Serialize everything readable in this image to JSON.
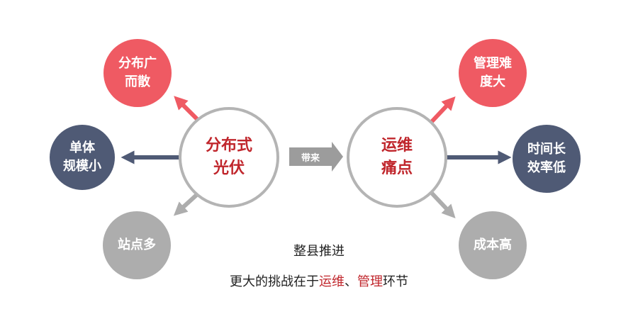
{
  "hubs": {
    "left": "分布式\n光伏",
    "right": "运维\n痛点"
  },
  "bring_label": "带来",
  "left_nodes": {
    "top": "分布广\n而散",
    "middle": "单体\n规模小",
    "bottom": "站点多"
  },
  "right_nodes": {
    "top": "管理难\n度大",
    "middle": "时间长\n效率低",
    "bottom": "成本高"
  },
  "caption": {
    "line1": "整县推进",
    "line2_prefix": "更大的挑战在于",
    "line2_hl1": "运维",
    "line2_sep": "、",
    "line2_hl2": "管理",
    "line2_suffix": "环节"
  },
  "colors": {
    "red": "#ef5a63",
    "navy": "#4f5a75",
    "gray": "#adadad",
    "hub_text": "#c0262c",
    "hub_border": "#b4b4b4"
  }
}
